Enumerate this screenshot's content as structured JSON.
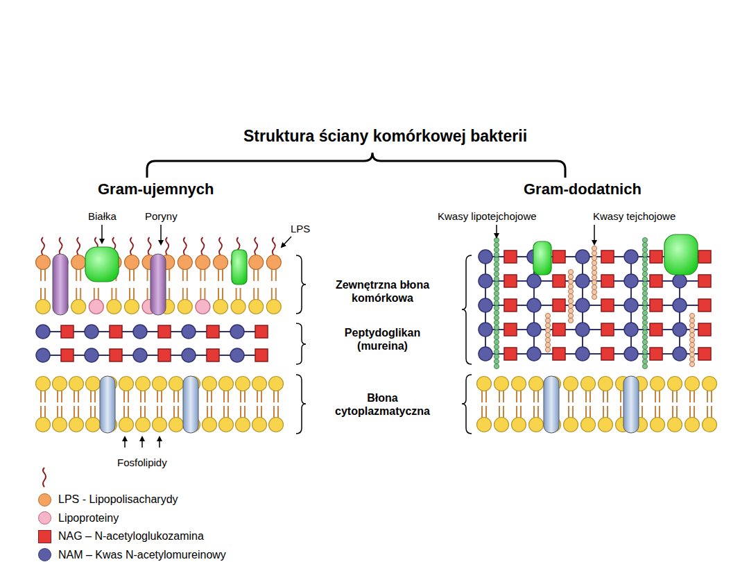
{
  "diagram": {
    "title": "Struktura ściany komórkowej bakterii",
    "labels": [
      "Gram-ujemnych",
      "Gram-dodatnich",
      "Białka",
      "Poryny",
      "LPS",
      "Kwasy lipotejchojowe",
      "Kwasy tejchojowe",
      "Zewnętrzna błona komórkowa",
      "Peptydoglikan (mureina)",
      "Błona cytoplazmatyczna",
      "Fosfolipidy"
    ],
    "legend": [
      {
        "text": "LPS - Lipopolisacharydy",
        "color": "#f4a460"
      },
      {
        "text": "Lipoproteiny",
        "color": "#f7b6c8"
      },
      {
        "text": "NAG – N-acetyloglukozamina",
        "color": "#e53935"
      },
      {
        "text": "NAM – Kwas N-acetylomureinowy",
        "color": "#5b5ea6"
      }
    ]
  }
}
